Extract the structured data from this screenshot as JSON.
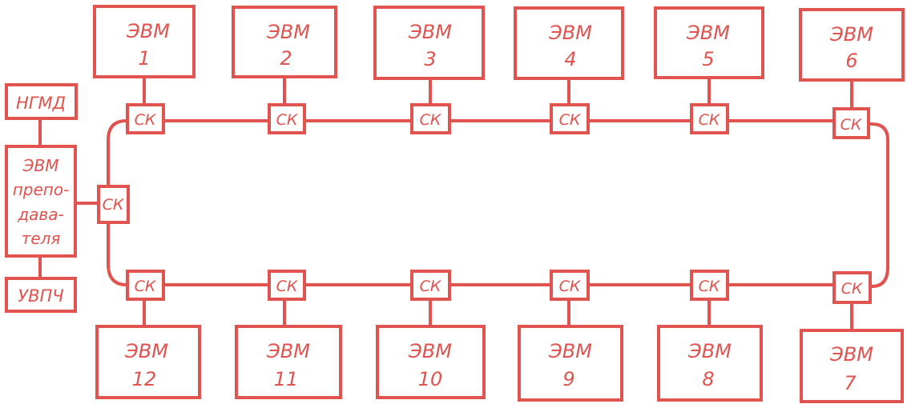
{
  "colors": {
    "stroke": "#e0534f",
    "text": "#e0534f",
    "background": "#ffffff"
  },
  "switch_label": "СК",
  "teacher": {
    "storage": "НГМД",
    "computer_lines": [
      "ЭВМ",
      "препо-",
      "дава-",
      "теля"
    ],
    "output": "УВПЧ"
  },
  "top_computers": [
    {
      "title": "ЭВМ",
      "number": "1"
    },
    {
      "title": "ЭВМ",
      "number": "2"
    },
    {
      "title": "ЭВМ",
      "number": "3"
    },
    {
      "title": "ЭВМ",
      "number": "4"
    },
    {
      "title": "ЭВМ",
      "number": "5"
    },
    {
      "title": "ЭВМ",
      "number": "6"
    }
  ],
  "bottom_computers": [
    {
      "title": "ЭВМ",
      "number": "12"
    },
    {
      "title": "ЭВМ",
      "number": "11"
    },
    {
      "title": "ЭВМ",
      "number": "10"
    },
    {
      "title": "ЭВМ",
      "number": "9"
    },
    {
      "title": "ЭВМ",
      "number": "8"
    },
    {
      "title": "ЭВМ",
      "number": "7"
    }
  ]
}
